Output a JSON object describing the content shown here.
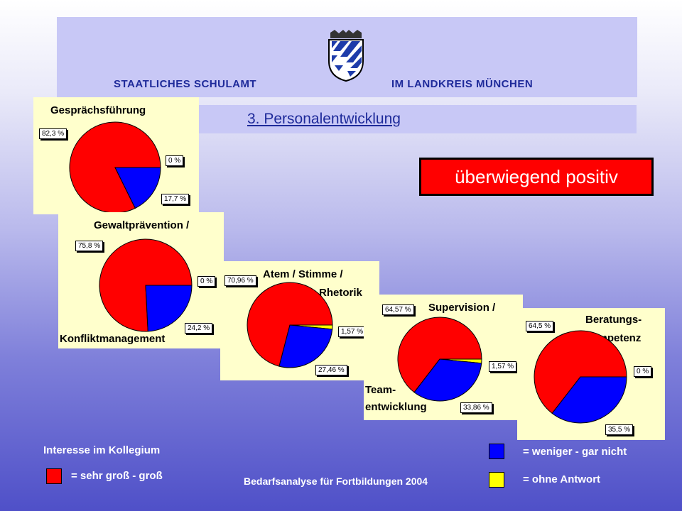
{
  "header": {
    "left_text": "STAATLICHES SCHULAMT",
    "right_text": "IM LANDKREIS MÜNCHEN",
    "crest_icon": "bavarian-coat-of-arms-icon"
  },
  "subtitle": "3. Personalentwicklung",
  "badge": "überwiegend positiv",
  "colors": {
    "red": "#ff0000",
    "blue": "#0000ff",
    "yellow": "#ffff00",
    "panel": "#ffffcc"
  },
  "chart_data": [
    {
      "type": "pie",
      "title": "Gesprächsführung",
      "labels": [
        "82,3 %",
        "0 %",
        "17,7 %"
      ],
      "values": [
        82.3,
        0,
        17.7
      ]
    },
    {
      "type": "pie",
      "title": "Gewaltprävention /",
      "title2": "Konfliktmanagement",
      "labels": [
        "75,8 %",
        "0 %",
        "24,2 %"
      ],
      "values": [
        75.8,
        0,
        24.2
      ]
    },
    {
      "type": "pie",
      "title": "Atem / Stimme /",
      "title2": "Rhetorik",
      "labels": [
        "70,96 %",
        "1,57 %",
        "27,46 %"
      ],
      "values": [
        70.96,
        1.57,
        27.46
      ]
    },
    {
      "type": "pie",
      "title": "Supervision /",
      "title2": "Team-",
      "title3": "entwicklung",
      "labels": [
        "64,57 %",
        "1,57 %",
        "33,86 %"
      ],
      "values": [
        64.57,
        1.57,
        33.86
      ]
    },
    {
      "type": "pie",
      "title": "Beratungs-",
      "title2": "kompetenz",
      "labels": [
        "64,5 %",
        "0 %",
        "35,5 %"
      ],
      "values": [
        64.5,
        0,
        35.5
      ]
    }
  ],
  "legend": {
    "heading": "Interesse im Kollegium",
    "red": "= sehr groß  -  groß",
    "blue": "= weniger - gar nicht",
    "yellow": "=  ohne Antwort"
  },
  "footer": "Bedarfsanalyse für Fortbildungen 2004"
}
